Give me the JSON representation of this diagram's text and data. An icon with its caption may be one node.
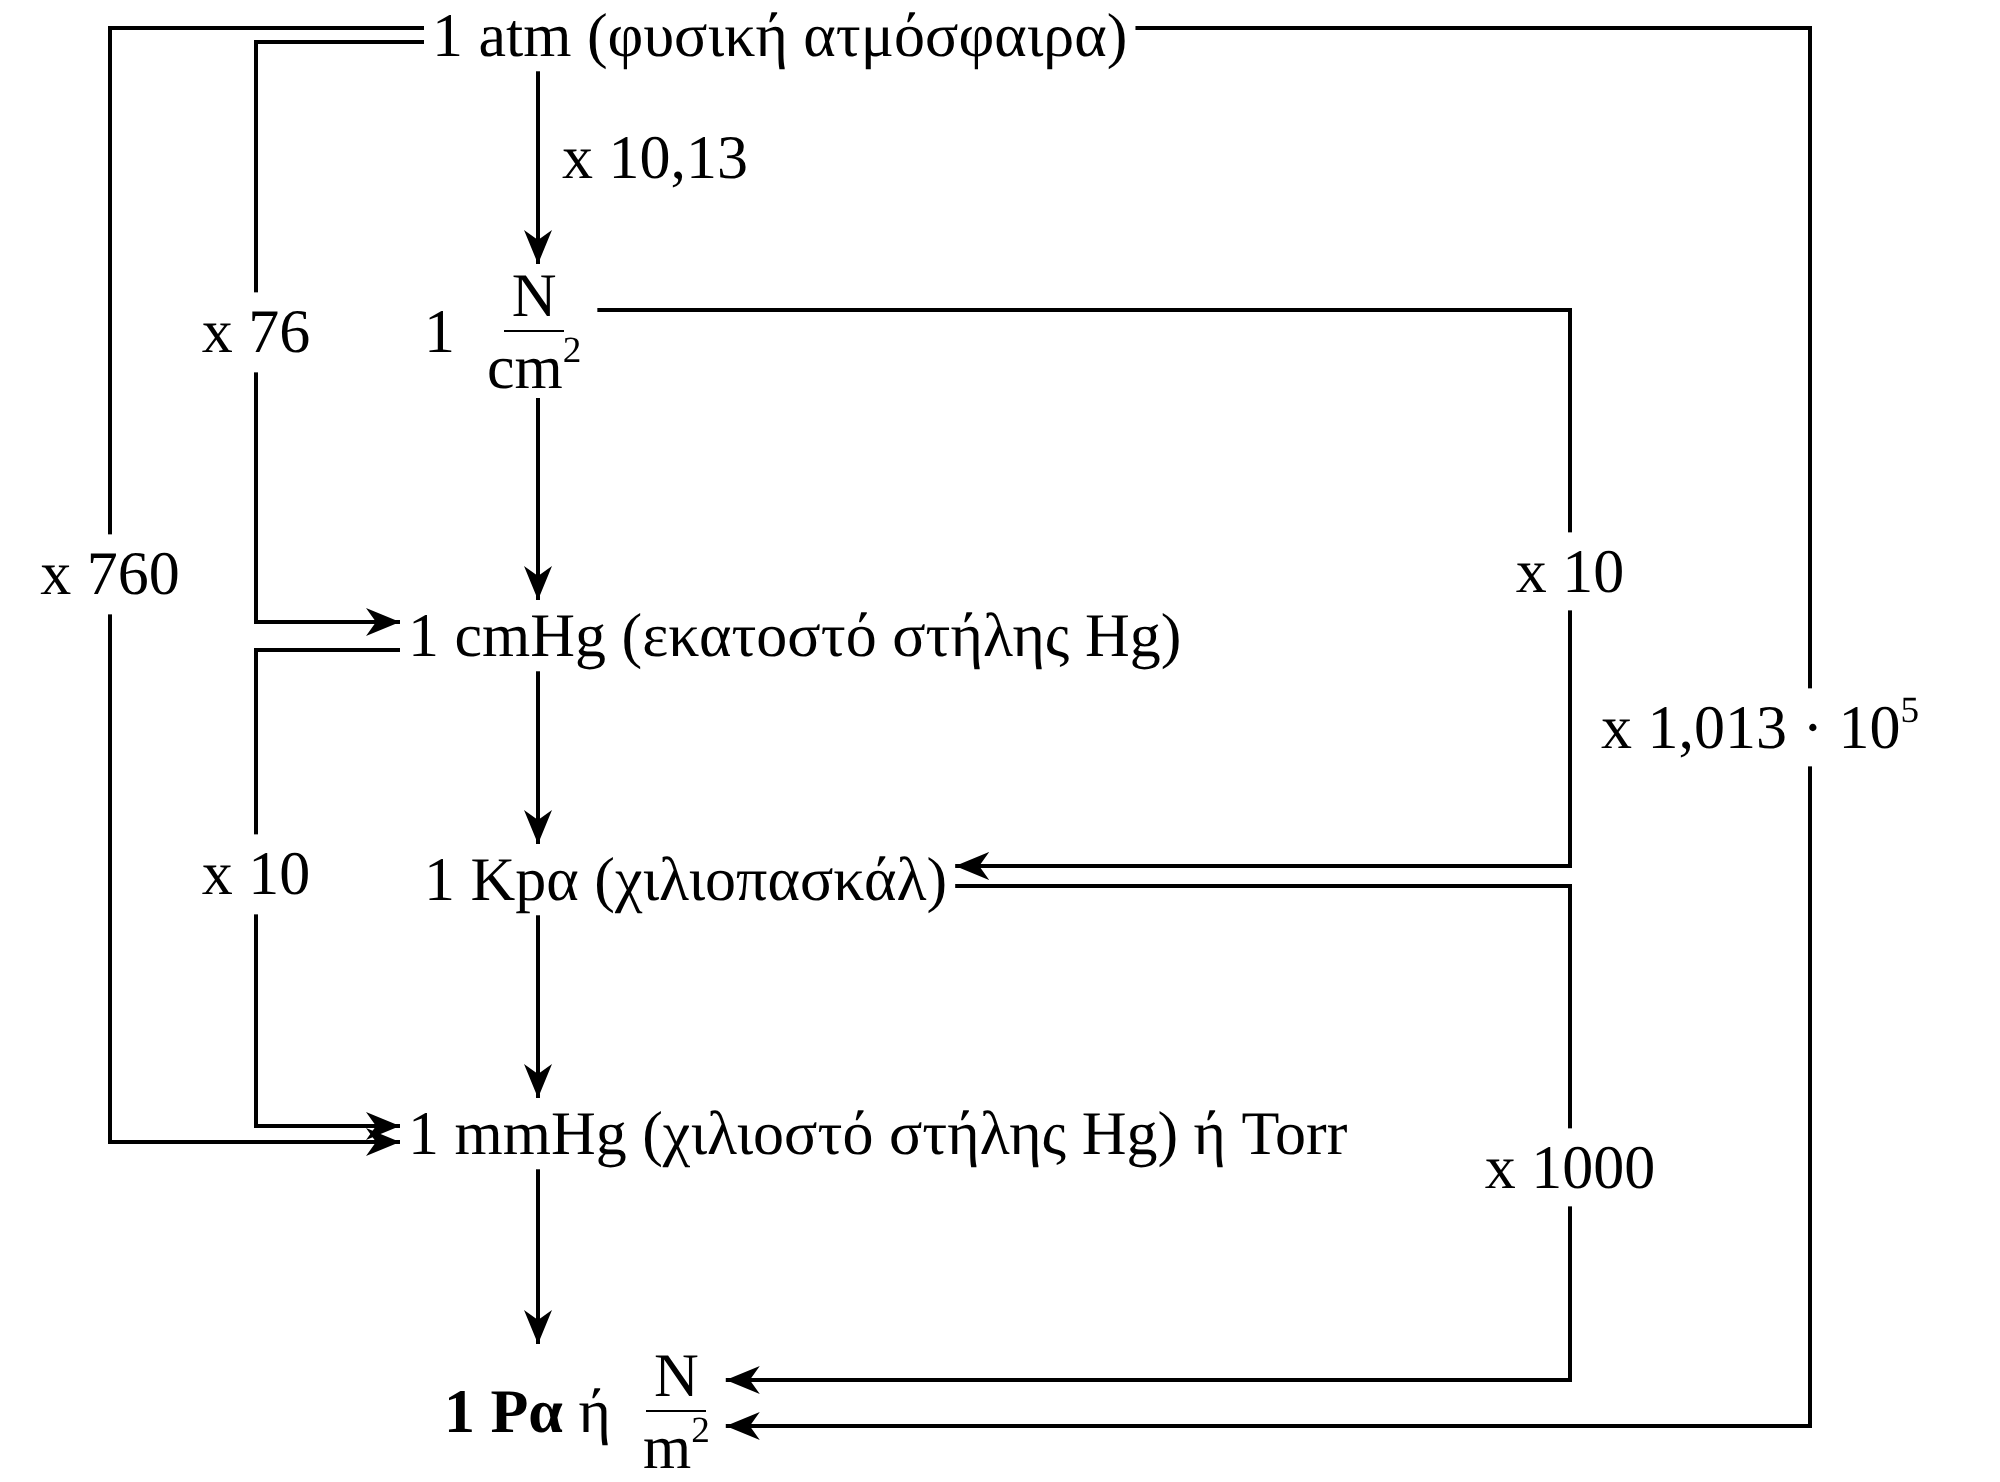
{
  "diagram": {
    "nodes": [
      {
        "text": [
          "1 atm (φυσική ατμόσφαιρα)"
        ]
      },
      {
        "text": [
          "1",
          "N",
          "cm$^{2}$"
        ]
      },
      {
        "text": [
          "1 cmHg (εκατοστό στήλης Hg)"
        ]
      },
      {
        "text": [
          "1 Kpα (χιλιοπασκάλ)"
        ]
      },
      {
        "text": [
          "1 mmHg (χιλιοστό στήλης Hg) ή Torr"
        ]
      },
      {
        "text": [
          "**1 Pα** ή",
          "N",
          "m$^{2}$"
        ]
      }
    ],
    "edges": [
      {
        "from": 0,
        "to": 1,
        "arrow": "to",
        "label": "x 10,13"
      },
      {
        "from": 1,
        "to": 2,
        "arrow": "to"
      },
      {
        "from": 2,
        "to": 3,
        "arrow": "to"
      },
      {
        "from": 3,
        "to": 4,
        "arrow": "to"
      },
      {
        "from": 4,
        "to": 5,
        "arrow": "to"
      },
      {
        "from": 0,
        "to": 2,
        "arrow": "to",
        "label": "x 76"
      },
      {
        "from": 0,
        "to": 4,
        "arrow": "to",
        "label": "x 760"
      },
      {
        "from": 2,
        "to": 4,
        "arrow": "to",
        "label": "x 10"
      },
      {
        "from": 1,
        "to": 3,
        "arrow": "to",
        "label": "x 10"
      },
      {
        "from": 3,
        "to": 5,
        "arrow": "to",
        "label": "x 1000"
      },
      {
        "from": 0,
        "to": 5,
        "arrow": "to",
        "label": "x 1,013 · 10$^{5}$"
      }
    ]
  }
}
